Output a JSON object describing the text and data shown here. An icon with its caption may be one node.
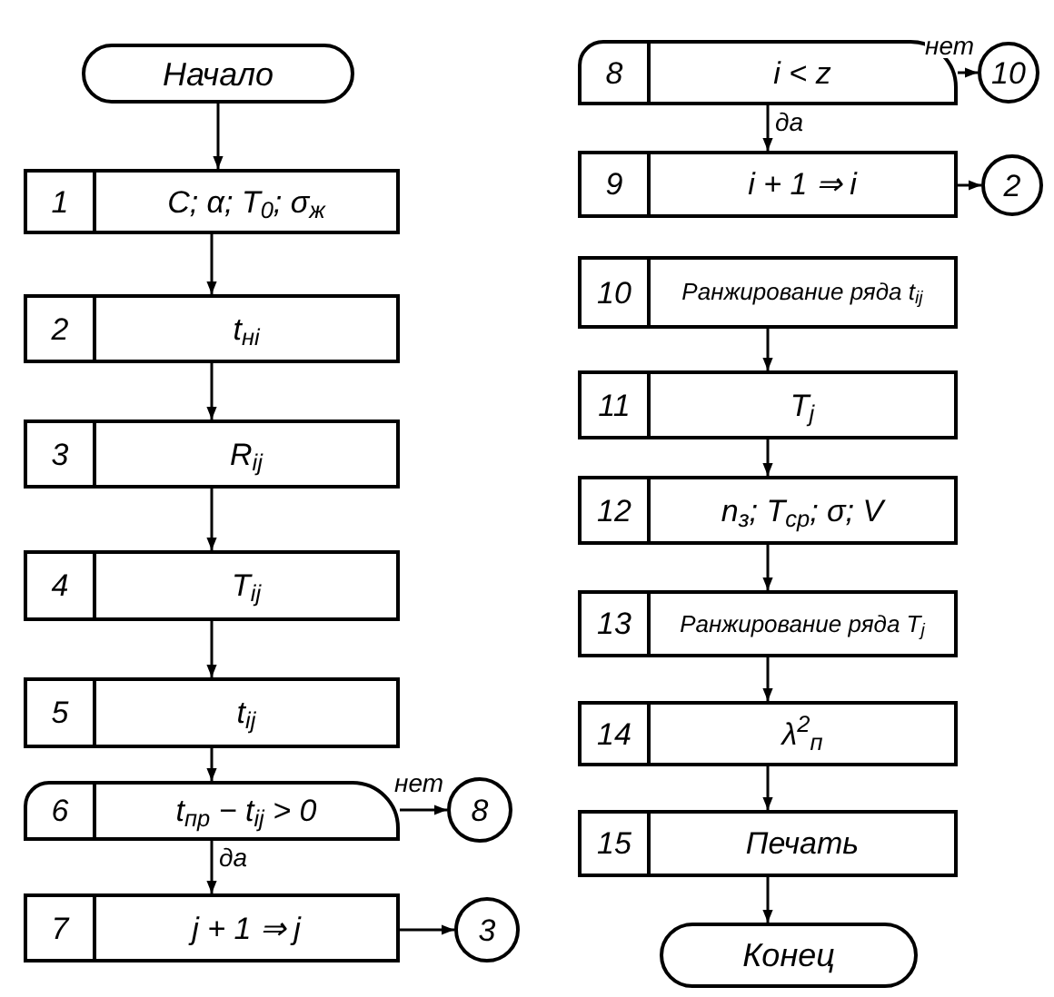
{
  "diagram": {
    "nodes": [
      {
        "text": [
          "Начало"
        ]
      },
      {
        "text": [
          "1",
          "C; α; T$_{0}$; σ$_{ж}$"
        ]
      },
      {
        "text": [
          "2",
          "t$_{нi}$"
        ]
      },
      {
        "text": [
          "3",
          "R$_{ij}$"
        ]
      },
      {
        "text": [
          "4",
          "T$_{ij}$"
        ]
      },
      {
        "text": [
          "5",
          "t$_{ij}$"
        ]
      },
      {
        "text": [
          "6",
          "t$_{пр}$ − t$_{ij}$ > 0"
        ]
      },
      {
        "text": [
          "8"
        ]
      },
      {
        "text": [
          "7",
          "j + 1 ⇒ j"
        ]
      },
      {
        "text": [
          "3"
        ]
      },
      {
        "text": [
          "8",
          "i < z"
        ]
      },
      {
        "text": [
          "10"
        ]
      },
      {
        "text": [
          "9",
          "i + 1 ⇒ i"
        ]
      },
      {
        "text": [
          "2"
        ]
      },
      {
        "text": [
          "10",
          "Ранжирование ряда t$_{ij}$"
        ]
      },
      {
        "text": [
          "11",
          "T$_{j}$"
        ]
      },
      {
        "text": [
          "12",
          "n$_{з}$; T$_{ср}$; σ; V"
        ]
      },
      {
        "text": [
          "13",
          "Ранжирование ряда T$_{j}$"
        ]
      },
      {
        "text": [
          "14",
          "λ$^{2}$$_{п}$"
        ]
      },
      {
        "text": [
          "15",
          "Печать"
        ]
      },
      {
        "text": [
          "Конец"
        ]
      }
    ],
    "edges": [
      {
        "from": 0,
        "to": 1,
        "arrow": "to"
      },
      {
        "from": 1,
        "to": 2,
        "arrow": "to"
      },
      {
        "from": 2,
        "to": 3,
        "arrow": "to"
      },
      {
        "from": 3,
        "to": 4,
        "arrow": "to"
      },
      {
        "from": 4,
        "to": 5,
        "arrow": "to"
      },
      {
        "from": 5,
        "to": 6,
        "arrow": "to"
      },
      {
        "from": 6,
        "to": 7,
        "arrow": "to",
        "label": "нет"
      },
      {
        "from": 6,
        "to": 8,
        "arrow": "to",
        "label": "да"
      },
      {
        "from": 8,
        "to": 9,
        "arrow": "to"
      },
      {
        "from": 10,
        "to": 11,
        "arrow": "to",
        "label": "нет"
      },
      {
        "from": 10,
        "to": 12,
        "arrow": "to",
        "label": "да"
      },
      {
        "from": 12,
        "to": 13,
        "arrow": "to"
      },
      {
        "from": 14,
        "to": 15,
        "arrow": "to"
      },
      {
        "from": 15,
        "to": 16,
        "arrow": "to"
      },
      {
        "from": 16,
        "to": 17,
        "arrow": "to"
      },
      {
        "from": 17,
        "to": 18,
        "arrow": "to"
      },
      {
        "from": 18,
        "to": 19,
        "arrow": "to"
      },
      {
        "from": 19,
        "to": 20,
        "arrow": "to"
      }
    ]
  }
}
